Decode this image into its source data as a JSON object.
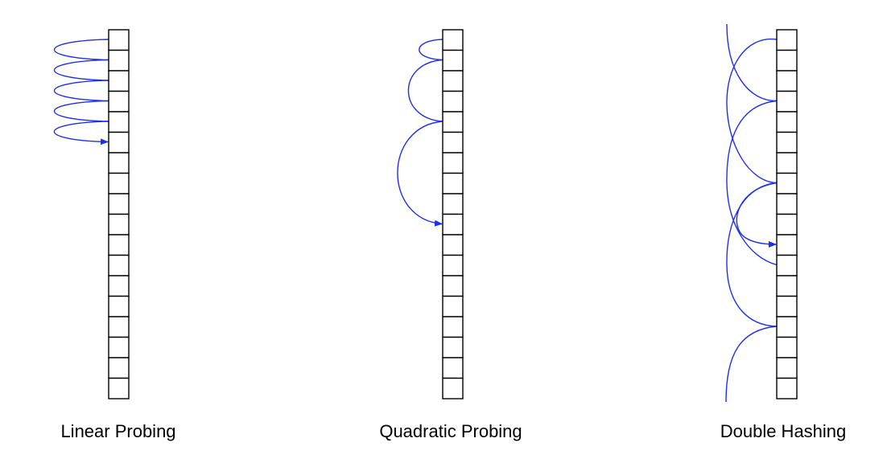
{
  "colors": {
    "probe_arc": "#1f2ef0",
    "cell_border": "#000000",
    "background": "#ffffff"
  },
  "table": {
    "slot_count": 18
  },
  "panels": [
    {
      "id": "linear",
      "label": "Linear Probing",
      "probe_slots": [
        0,
        1,
        2,
        3,
        4,
        5
      ],
      "target_slot": 5,
      "arc_side": "left"
    },
    {
      "id": "quadratic",
      "label": "Quadratic Probing",
      "probe_slots": [
        0,
        1,
        4,
        9
      ],
      "target_slot": 9,
      "arc_side": "left"
    },
    {
      "id": "double",
      "label": "Double Hashing",
      "probe_slots": [
        3,
        7,
        14
      ],
      "target_slot": 10,
      "arc_side": "left"
    }
  ]
}
